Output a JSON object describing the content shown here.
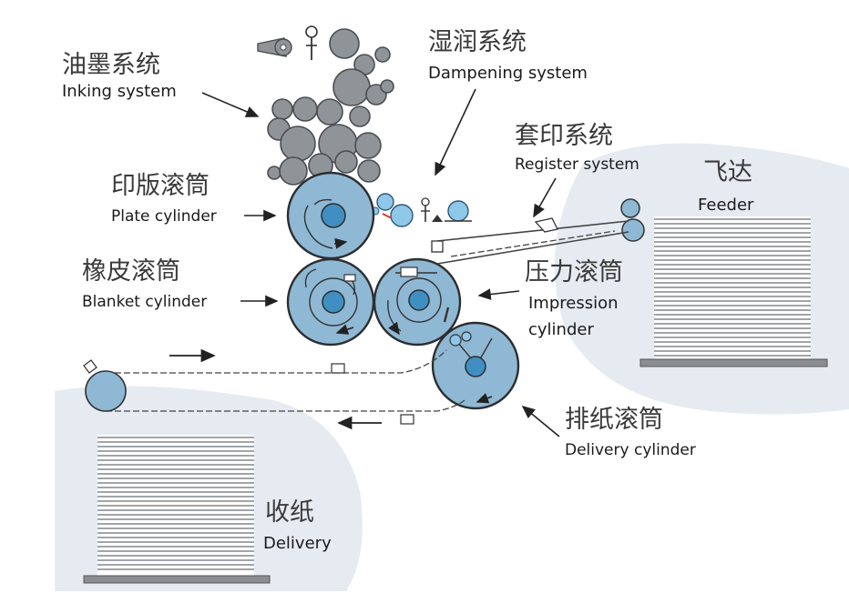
{
  "labels": {
    "inking_zh": "油墨系统",
    "inking_en": "Inking system",
    "dampening_zh": "湿润系统",
    "dampening_en": "Dampening system",
    "register_zh": "套印系统",
    "register_en": "Register system",
    "feeder_zh": "飞达",
    "feeder_en": "Feeder",
    "plate_zh": "印版滚筒",
    "plate_en": "Plate cylinder",
    "blanket_zh": "橡皮滚筒",
    "blanket_en": "Blanket cylinder",
    "impression_zh": "压力滚筒",
    "impression_en_1": "Impression",
    "impression_en_2": "cylinder",
    "delivery_cyl_zh": "排纸滚筒",
    "delivery_cyl_en": "Delivery cylinder",
    "delivery_zh": "收纸",
    "delivery_en": "Delivery"
  },
  "colors": {
    "cylinder_fill": "#8fb8d4",
    "hub_fill": "#3f8fc2",
    "roller_fill": "#8f9499",
    "background_zone": "#e6ebf2",
    "accent_red": "#d83a2c"
  }
}
